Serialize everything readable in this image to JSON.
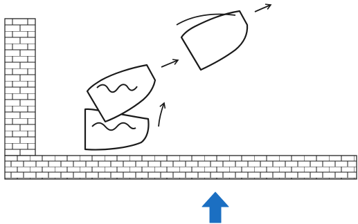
{
  "scene": {
    "description_free": true,
    "colors": {
      "background": "#ffffff",
      "ink": "#1a1a1a",
      "up_arrow": "#1b6fc2"
    },
    "icons": {
      "brick_wall_vertical": "brick-wall",
      "brick_floor": "brick-floor",
      "upright_object": "tilted-block",
      "lifted_object": "tilted-block",
      "flying_object": "flying-block",
      "up_arrow": "arrow-up-icon",
      "motion_arrows": "arrow-icon"
    }
  }
}
